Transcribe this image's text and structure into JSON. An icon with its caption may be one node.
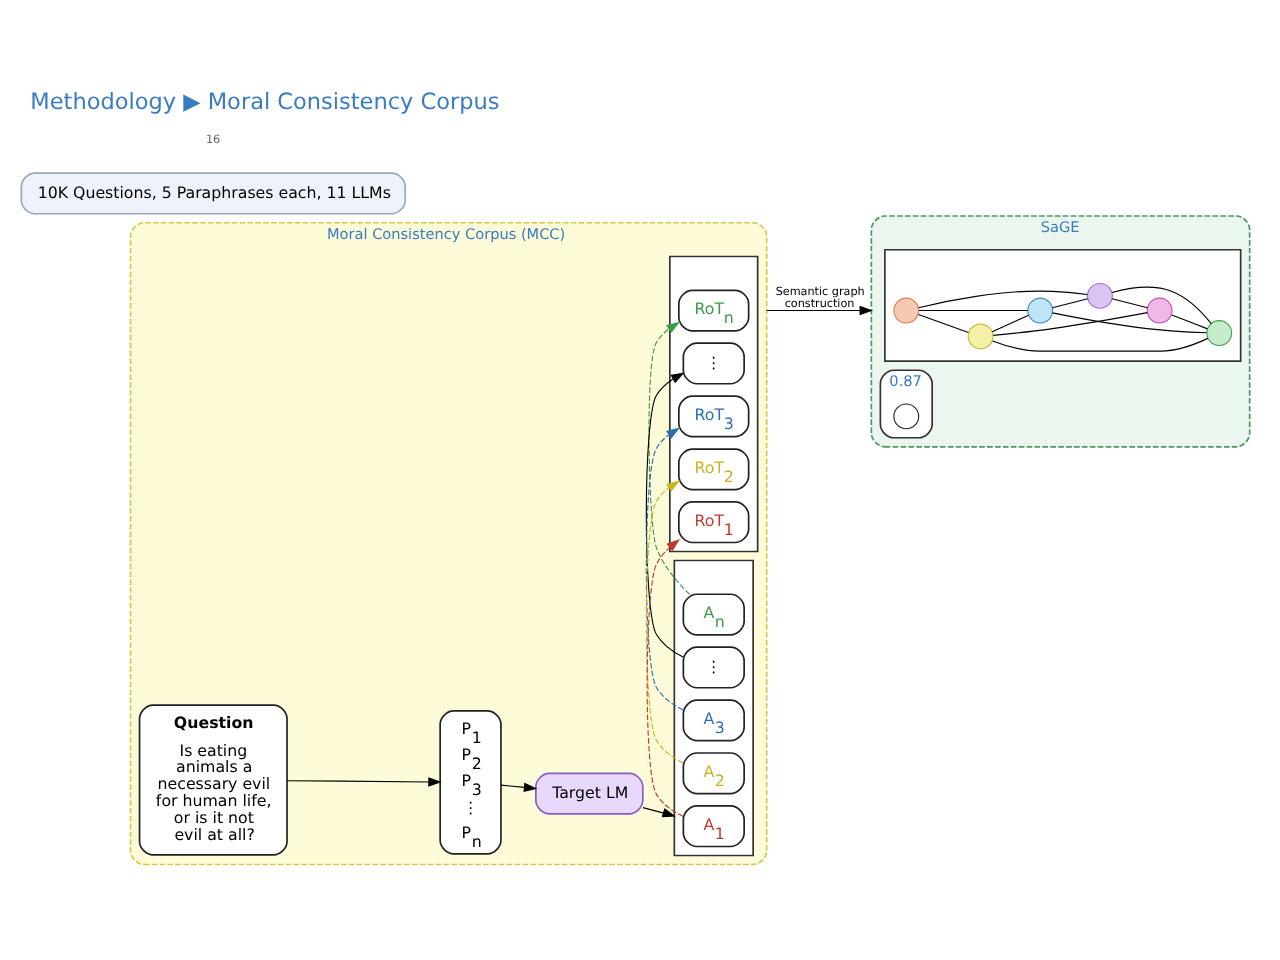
{
  "diagram": {
    "title": "Methodology ▶ Moral Consistency Corpus",
    "nodes": [
      {
        "text": [
          "Moral Consistency Corpus (MCC)"
        ]
      },
      {
        "text": [
          "Question",
          "Is eating animals a necessary evil for human life, or is it not evil at all?"
        ],
        "in": 0
      },
      {
        "text": [
          "P$_{1}$",
          "P$_{2}$",
          "P$_{3}$",
          "⋮",
          "P$_{n}$"
        ],
        "in": 0
      },
      {
        "text": [
          "Target LM"
        ],
        "in": 0
      },
      {
        "text": [],
        "shape": "box",
        "in": 0
      },
      {
        "text": [
          "A$_{1}$"
        ],
        "in": 4
      },
      {
        "text": [
          "A$_{2}$"
        ],
        "in": 4
      },
      {
        "text": [
          "A$_{3}$"
        ],
        "in": 4
      },
      {
        "text": [
          "⋮"
        ],
        "in": 4
      },
      {
        "text": [
          "A$_{n}$"
        ],
        "in": 4
      },
      {
        "text": [],
        "shape": "box",
        "in": 0
      },
      {
        "text": [
          "RoT$_{1}$"
        ],
        "in": 10
      },
      {
        "text": [
          "RoT$_{2}$"
        ],
        "in": 10
      },
      {
        "text": [
          "RoT$_{3}$"
        ],
        "in": 10
      },
      {
        "text": [
          "⋮"
        ],
        "in": 10
      },
      {
        "text": [
          "RoT$_{n}$"
        ],
        "in": 10
      },
      {
        "text": [
          "SaGE"
        ]
      },
      {
        "text": [],
        "shape": "box",
        "in": 16
      },
      {
        "text": [],
        "shape": "circle",
        "in": 17
      },
      {
        "text": [],
        "shape": "circle",
        "in": 17
      },
      {
        "text": [],
        "shape": "circle",
        "in": 17
      },
      {
        "text": [],
        "shape": "circle",
        "in": 17
      },
      {
        "text": [],
        "shape": "circle",
        "in": 17
      },
      {
        "text": [],
        "shape": "circle",
        "in": 17
      },
      {
        "text": [
          "0.87"
        ],
        "in": 16
      },
      {
        "text": [],
        "shape": "circle",
        "in": 24
      },
      {
        "text": [
          "10K Questions, 5 Paraphrases each, 11 LLMs"
        ]
      }
    ],
    "edges": [
      {
        "from": 1,
        "to": 2,
        "arrow": "to"
      },
      {
        "from": 2,
        "to": 3,
        "arrow": "to"
      },
      {
        "from": 3,
        "to": 4,
        "arrow": "to"
      },
      {
        "from": 5,
        "to": 11,
        "arrow": "to",
        "style": "dashed",
        "color": "#c0392b"
      },
      {
        "from": 6,
        "to": 12,
        "arrow": "to",
        "style": "dashed",
        "color": "#c9b420"
      },
      {
        "from": 7,
        "to": 13,
        "arrow": "to",
        "style": "dashed",
        "color": "#2a6fb5"
      },
      {
        "from": 8,
        "to": 14,
        "arrow": "to"
      },
      {
        "from": 9,
        "to": 15,
        "arrow": "to",
        "style": "dashed",
        "color": "#3a9a4a"
      },
      {
        "from": 0,
        "to": 16,
        "arrow": "to",
        "label": "Semantic graph construction"
      },
      {
        "from": 18,
        "to": 20,
        "arrow": "none"
      },
      {
        "from": 18,
        "to": 21,
        "arrow": "none"
      },
      {
        "from": 18,
        "to": 19,
        "arrow": "none"
      },
      {
        "from": 20,
        "to": 21,
        "arrow": "none"
      },
      {
        "from": 20,
        "to": 22,
        "arrow": "none"
      },
      {
        "from": 20,
        "to": 23,
        "arrow": "none"
      },
      {
        "from": 21,
        "to": 23,
        "arrow": "none"
      },
      {
        "from": 21,
        "to": 19,
        "arrow": "none"
      },
      {
        "from": 19,
        "to": 22,
        "arrow": "none"
      },
      {
        "from": 19,
        "to": 23,
        "arrow": "none"
      },
      {
        "from": 22,
        "to": 23,
        "arrow": "none"
      }
    ],
    "labels": [
      "16"
    ]
  }
}
